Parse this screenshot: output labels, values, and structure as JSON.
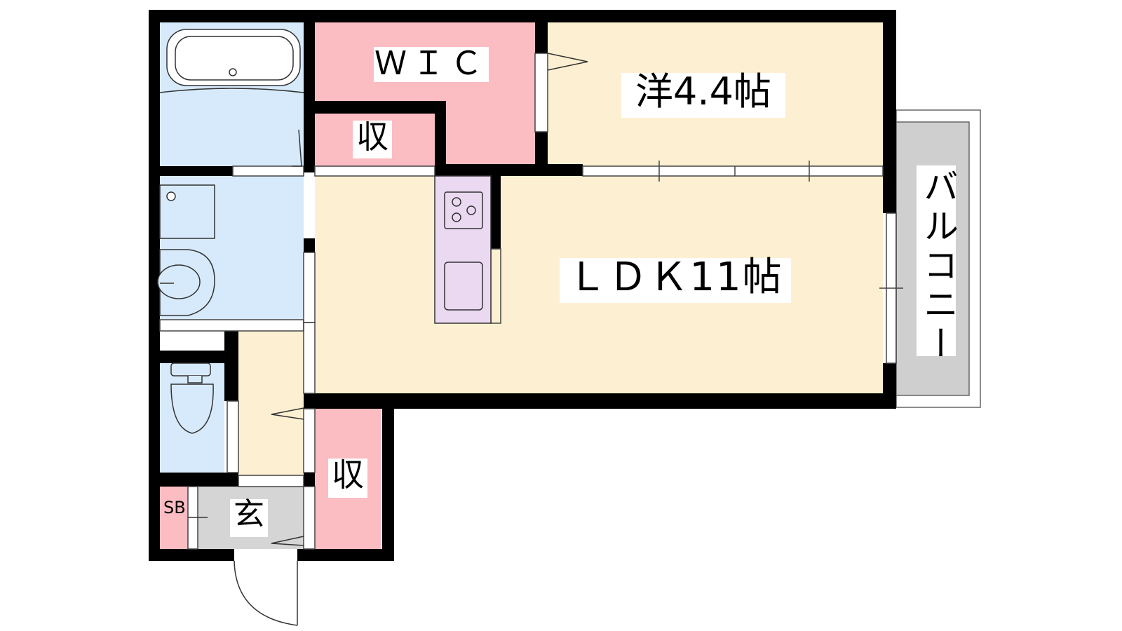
{
  "rooms": {
    "wic": "ＷＩＣ",
    "western": "洋4.4帖",
    "storage_upper": "収",
    "ldk": "ＬＤＫ11帖",
    "balcony": "バルコニー",
    "storage_lower": "収",
    "entrance": "玄",
    "shoe_box": "SB"
  },
  "colors": {
    "wall": "#000000",
    "living": "#fdf0d2",
    "wet_area": "#d7eafb",
    "storage": "#fbbcc2",
    "entrance": "#d5d5d5",
    "balcony": "#cfcfcf",
    "kitchen": "#ead9f0"
  }
}
